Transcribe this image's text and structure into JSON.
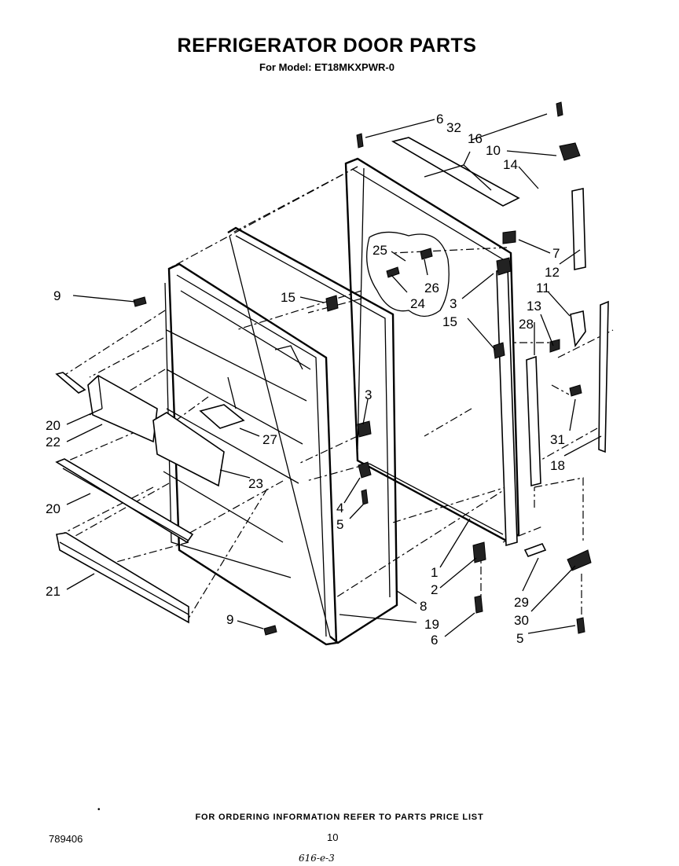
{
  "header": {
    "title": "REFRIGERATOR DOOR PARTS",
    "model_line": "For Model: ET18MKXPWR-0"
  },
  "footer": {
    "bullet": "•",
    "ordering_note": "FOR ORDERING INFORMATION REFER TO PARTS PRICE LIST",
    "document_number": "789406",
    "page_number": "10",
    "handwritten_note": "616-e-3"
  },
  "callouts": {
    "c6_top": "6",
    "c32": "32",
    "c16": "16",
    "c10": "10",
    "c14": "14",
    "c7": "7",
    "c12": "12",
    "c25": "25",
    "c26": "26",
    "c24": "24",
    "c3_upper": "3",
    "c15_right": "15",
    "c11": "11",
    "c13": "13",
    "c28": "28",
    "c9_upper": "9",
    "c15_left": "15",
    "c20_upper": "20",
    "c22": "22",
    "c3_mid": "3",
    "c27": "27",
    "c31": "31",
    "c23": "23",
    "c4": "4",
    "c5_left": "5",
    "c20_lower": "20",
    "c18": "18",
    "c1": "1",
    "c2": "2",
    "c21": "21",
    "c29": "29",
    "c8": "8",
    "c30": "30",
    "c9_lower": "9",
    "c19": "19",
    "c6_bottom": "6",
    "c5_right": "5"
  }
}
